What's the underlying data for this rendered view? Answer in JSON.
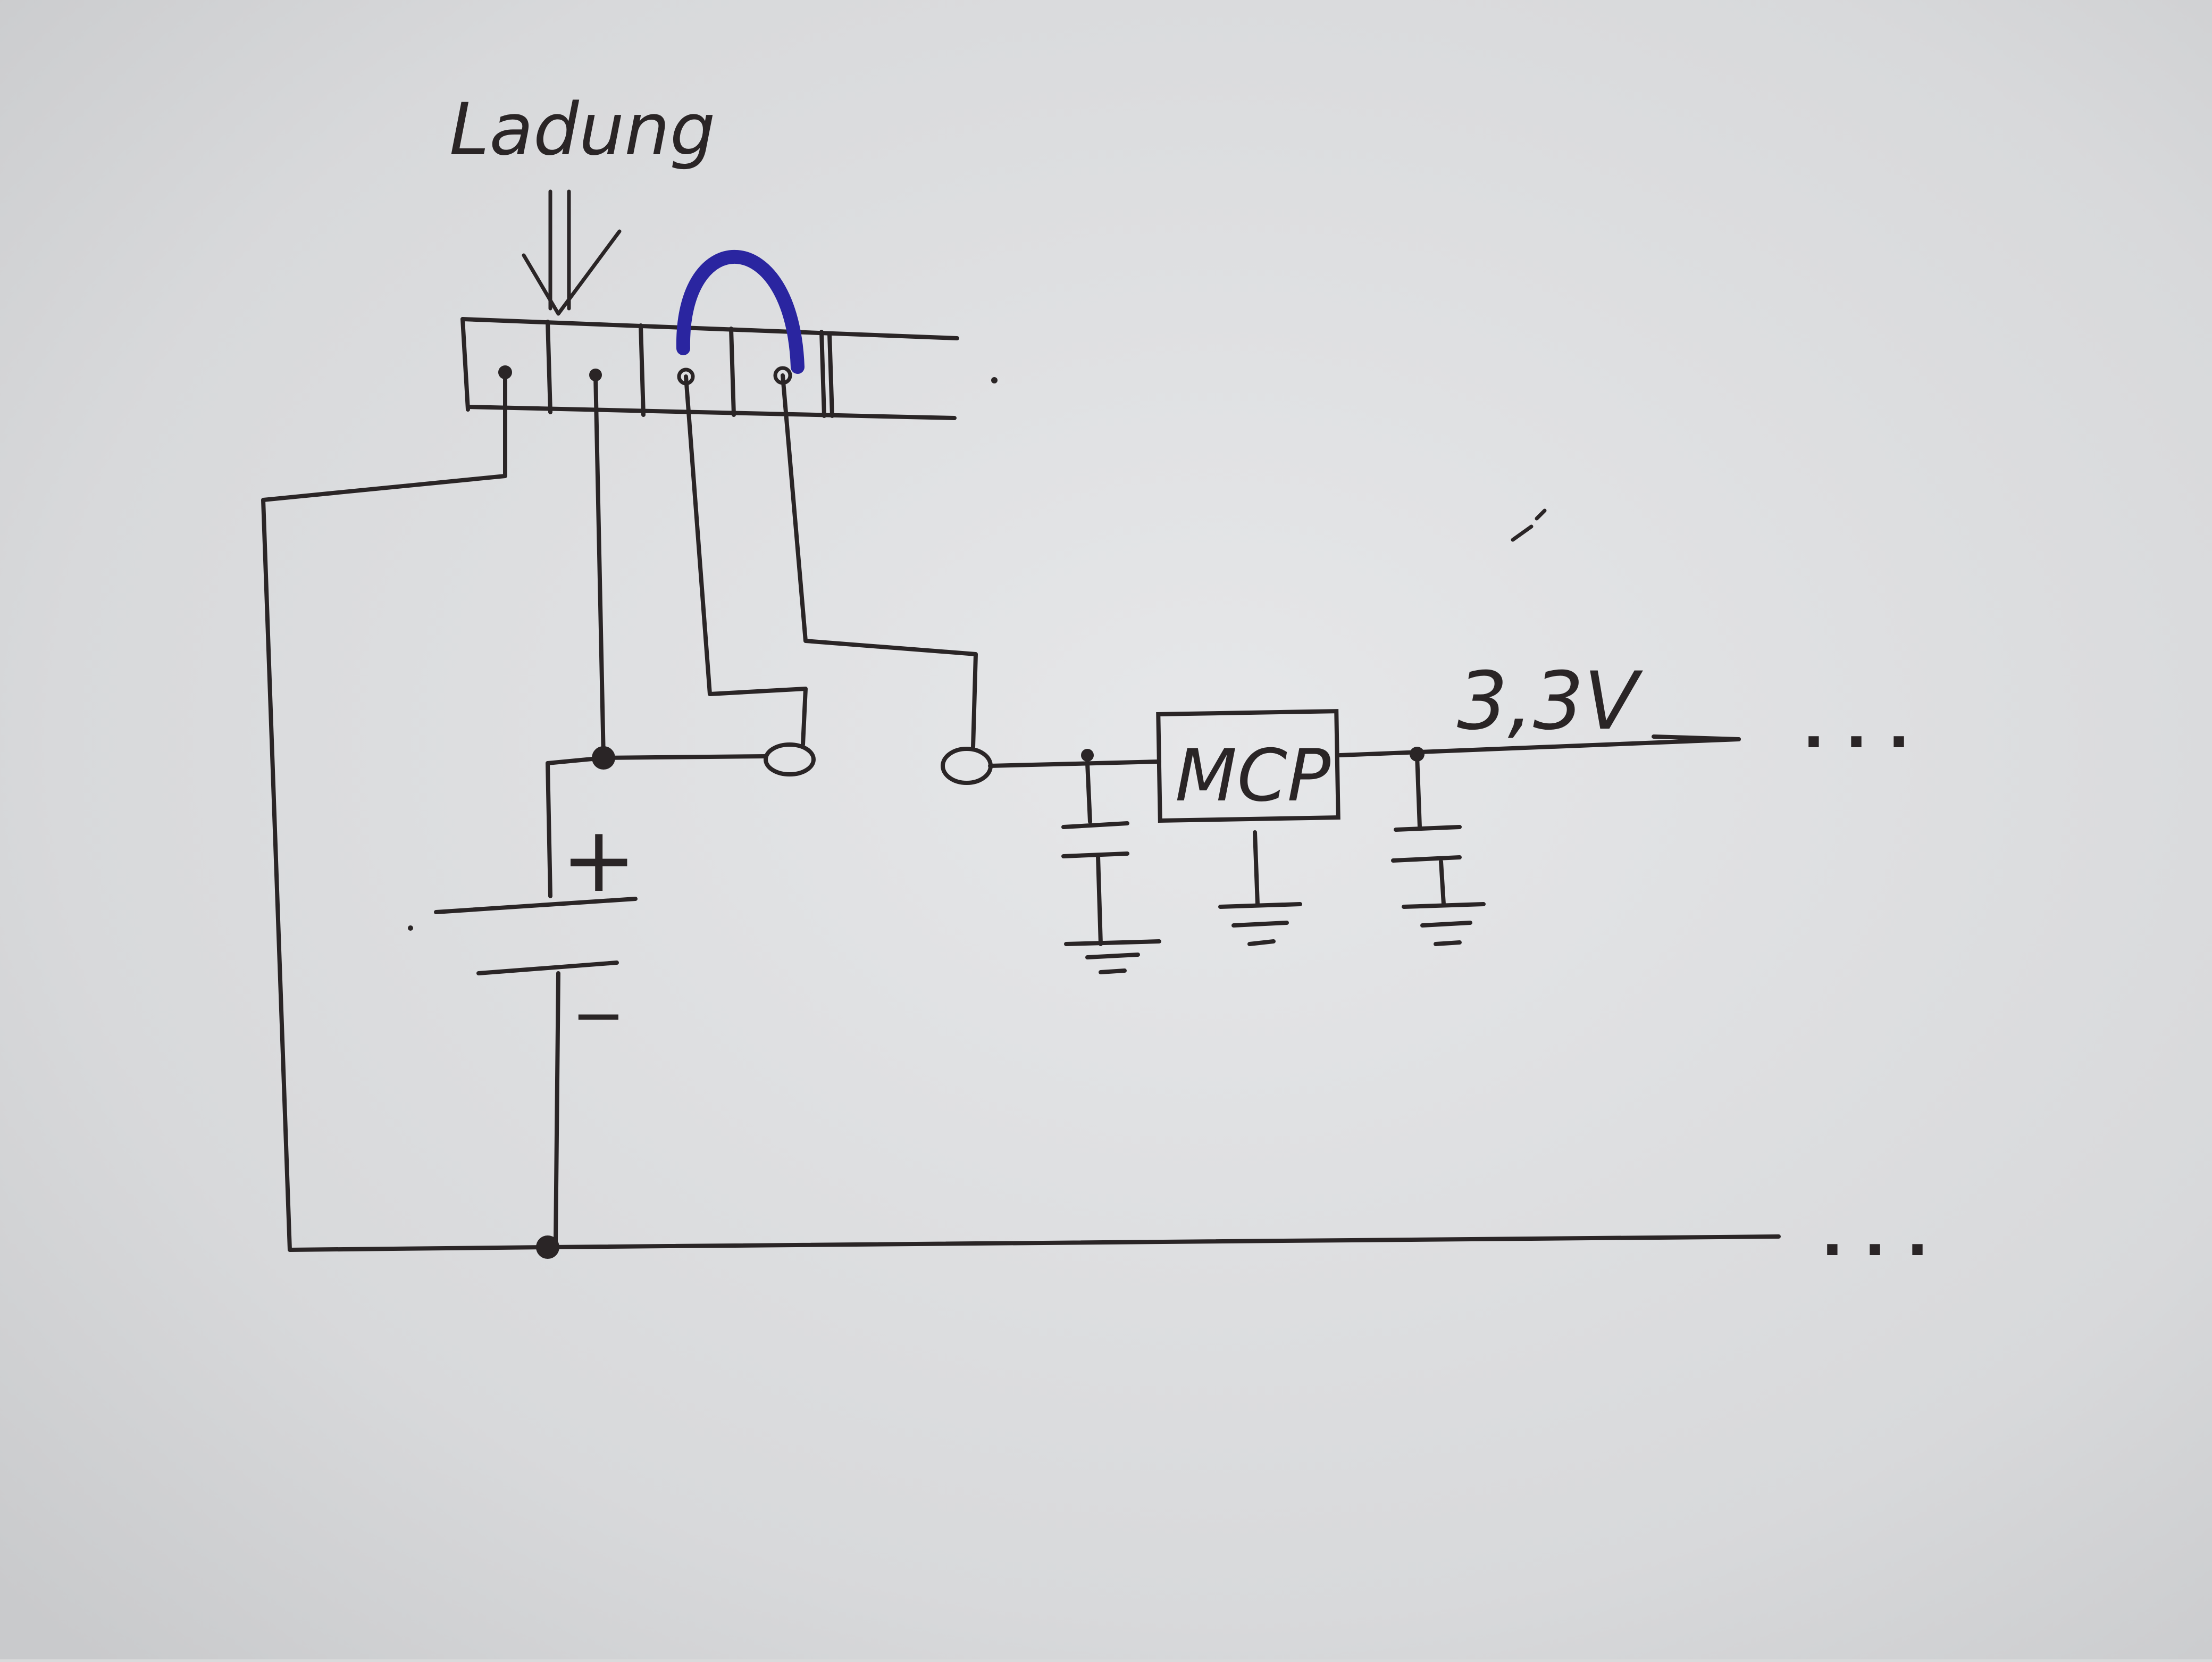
{
  "labels": {
    "ladung": "Ladung",
    "mcp": "MCP",
    "voltage": "3,3V",
    "plus": "+",
    "minus": "−",
    "ellipsis_top": ". . .",
    "ellipsis_bottom": ". . ."
  },
  "colors": {
    "paper": "#dcdddf",
    "ink": "#2a2526",
    "jumper": "#2a25a0"
  }
}
